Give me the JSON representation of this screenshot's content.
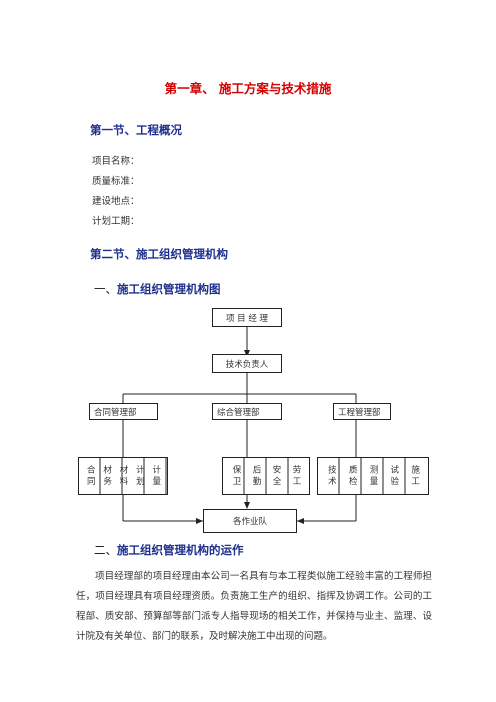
{
  "chapter_title": "第一章、 施工方案与技术措施",
  "section1": {
    "title": "第一节、工程概况",
    "fields": [
      "项目名称：",
      "质量标准：",
      "建设地点：",
      "计划工期："
    ]
  },
  "section2": {
    "title": "第二节、施工组织管理机构",
    "sub1": {
      "num": "一、",
      "title": "施工组织管理机构图"
    },
    "sub2": {
      "num": "二、",
      "title": "施工组织管理机构的运作"
    }
  },
  "org_chart": {
    "top": "项 目 经 理",
    "tech_head": "技术负责人",
    "departments": [
      "合同管理部",
      "综合管理部",
      "工程管理部"
    ],
    "units_group1": [
      "合同",
      "材务",
      "材料",
      "计划",
      "计量"
    ],
    "units_group2": [
      "保卫",
      "后勤",
      "安全",
      "劳工"
    ],
    "units_group3": [
      "技术",
      "质检",
      "测量",
      "试验",
      "施工"
    ],
    "teams": "各作业队"
  },
  "paragraph": "项目经理部的项目经理由本公司一名具有与本工程类似施工经验丰富的工程师担任，项目经理具有项目经理资质。负责施工生产的组织、指挥及协调工作。公司的工程部、质安部、预算部等部门派专人指导现场的相关工作，并保持与业主、监理、设计院及有关单位、部门的联系，及时解决施工中出现的问题。"
}
